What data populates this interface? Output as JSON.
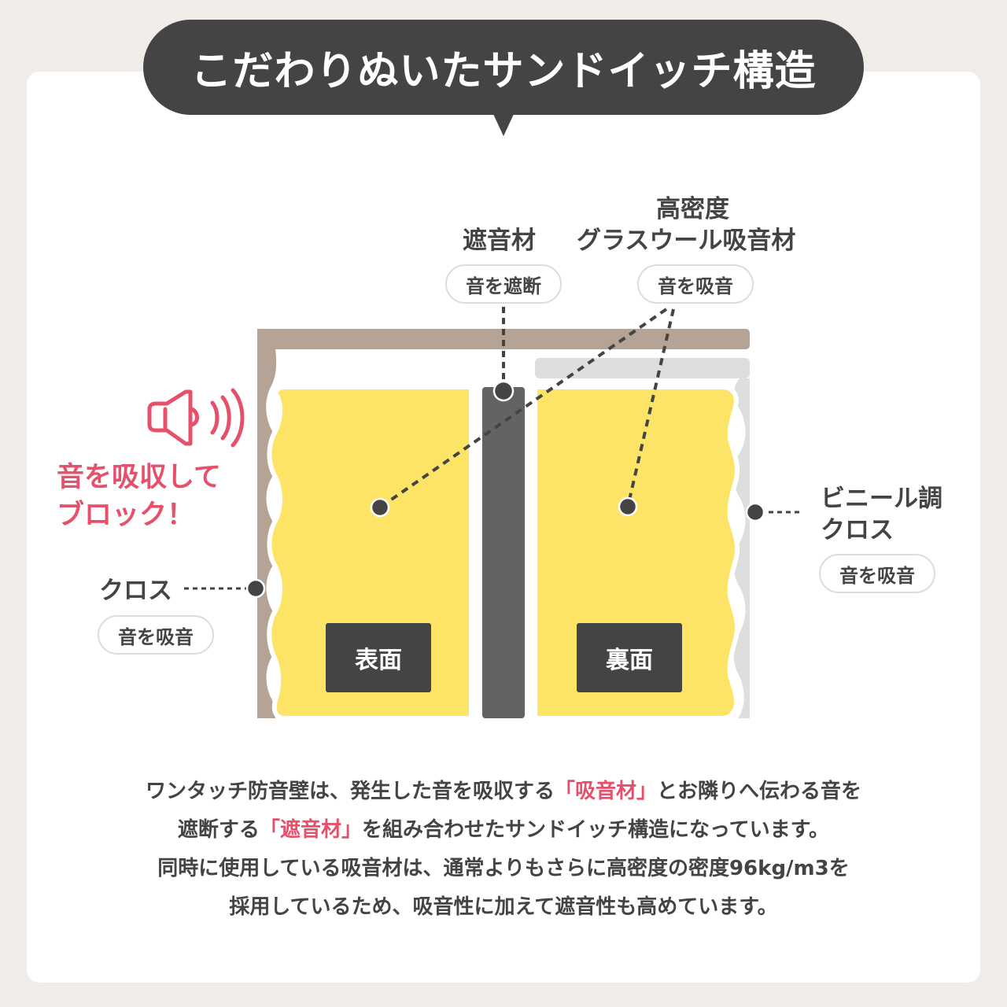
{
  "header": {
    "title": "こだわりぬいたサンドイッチ構造"
  },
  "diagram": {
    "callouts": {
      "shaon": {
        "title": "遮音材",
        "pill": "音を遮断"
      },
      "glasswool": {
        "title_line1": "高密度",
        "title_line2": "グラスウール吸音材",
        "pill": "音を吸音"
      },
      "cloth": {
        "title": "クロス",
        "pill": "音を吸音"
      },
      "vinyl_cloth": {
        "title_line1": "ビニール調",
        "title_line2": "クロス",
        "pill": "音を吸音"
      }
    },
    "sound_message": {
      "line1": "音を吸収して",
      "line2": "ブロック！"
    },
    "faces": {
      "front": "表面",
      "back": "裏面"
    },
    "colors": {
      "wall_beige": "#b5a495",
      "insulation_yellow": "#fee466",
      "sound_barrier": "#636363",
      "vinyl_gray": "#dedede",
      "accent_pink": "#e5506a",
      "dark": "#444444"
    },
    "icons": {
      "sound": "speaker-icon"
    }
  },
  "description": {
    "line1_a": "ワンタッチ防音壁は、発生した音を吸収する",
    "line1_hl": "「吸音材」",
    "line1_b": "とお隣りへ伝わる音を",
    "line2_a": "遮断する",
    "line2_hl": "「遮音材」",
    "line2_b": "を組み合わせたサンドイッチ構造になっています。",
    "line3": "同時に使用している吸音材は、通常よりもさらに高密度の密度96kg/m3を",
    "line4": "採用しているため、吸音性に加えて遮音性も高めています。"
  }
}
